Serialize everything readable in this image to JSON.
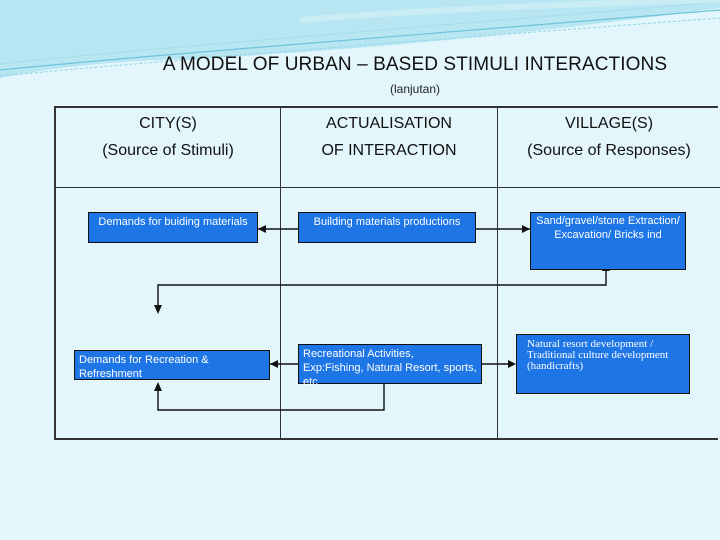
{
  "header": {
    "title": "A MODEL OF URBAN – BASED STIMULI INTERACTIONS",
    "subtitle": "(lanjutan)"
  },
  "columns": {
    "city": {
      "line1": "CITY(S)",
      "line2": "(Source of Stimuli)"
    },
    "actualisation": {
      "line1": "ACTUALISATION",
      "line2": "OF INTERACTION"
    },
    "village": {
      "line1": "VILLAGE(S)",
      "line2": "(Source of Responses)"
    }
  },
  "row1": {
    "demand": "Demands for buiding materials",
    "production": "Building materials productions",
    "response": "Sand/gravel/stone Extraction/ Excavation/ Bricks ind"
  },
  "row2": {
    "demand": "Demands for Recreation & Refreshment",
    "activity": "Recreational Activities, Exp:Fishing, Natural Resort, sports, etc",
    "response": "Natural resort development / Traditional culture development (handicrafts)"
  },
  "colors": {
    "box_fill": "#1d75e6",
    "background": "#e3f6fb",
    "swoosh": "#8fd3e6"
  }
}
